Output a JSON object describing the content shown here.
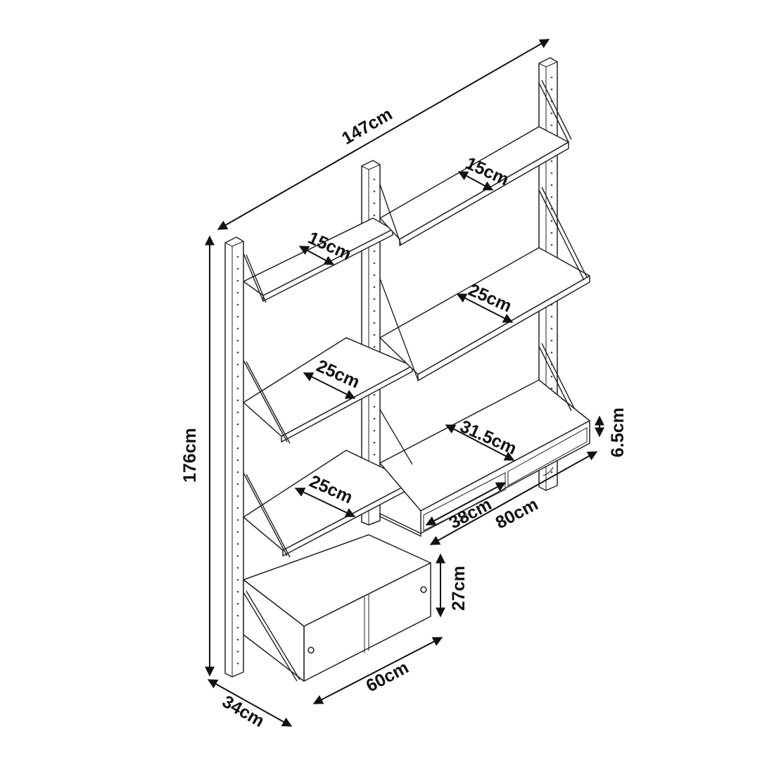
{
  "dimensions": {
    "total_width": "147cm",
    "height": "176cm",
    "depth": "34cm",
    "cabinet_width": "60cm",
    "cabinet_height": "27cm",
    "desk_width": "80cm",
    "drawer_width": "38cm",
    "drawer_depth": "31.5cm",
    "drawer_height": "6.5cm",
    "shelf_top_left_depth": "15cm",
    "shelf_top_right_depth": "15cm",
    "shelf_mid_left_depth": "25cm",
    "shelf_low_left_depth": "25cm",
    "shelf_mid_right_depth": "25cm"
  },
  "colors": {
    "line": "#222222",
    "background": "#ffffff"
  }
}
